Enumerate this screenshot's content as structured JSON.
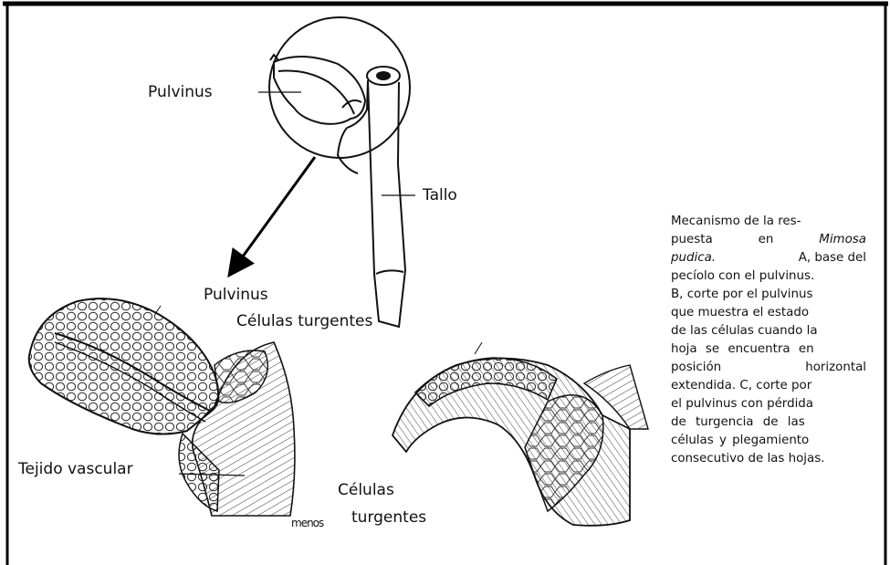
{
  "labels": {
    "pulvinus_top": "Pulvinus",
    "tallo": "Tallo",
    "pulvinus_bottom": "Pulvinus",
    "celulas_turgentes_top": "Células turgentes",
    "tejido_vascular": "Tejido vascular",
    "celulas": "Células",
    "turgentes": "turgentes",
    "menos": "menos"
  },
  "caption": {
    "line1": "Mecanismo de la res-",
    "line2a": "puesta",
    "line2b": "en",
    "line2c": "Mimosa",
    "line3a": "pudica.",
    "line3b": "A, base del",
    "line4": "pecíolo con el pulvinus.",
    "line5": "B, corte por el pulvinus",
    "line6": "que muestra el estado",
    "line7": "de las células cuando la",
    "line8": "hoja se encuentra en",
    "line9a": "posición",
    "line9b": "horizontal",
    "line10": "extendida. C, corte por",
    "line11": "el pulvinus con pérdida",
    "line12": "de turgencia de las",
    "line13": "células y plegamiento",
    "line14": "consecutivo de las hojas."
  }
}
